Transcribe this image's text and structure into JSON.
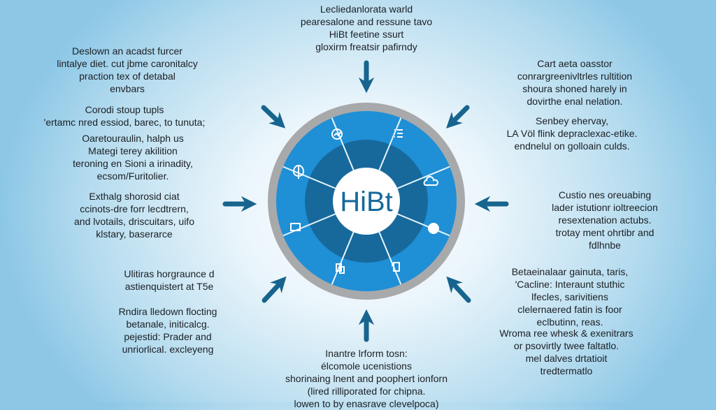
{
  "center_label": "HiBt",
  "blocks": {
    "top": [
      "Lecliedanlorata warld",
      "pearesalone and ressune tavo",
      "HiBt feetine ssurt",
      "gloxirm freatsir pafirndy"
    ],
    "left1": [
      "Deslown an acadst furcer",
      "lintalye diet. cut jbme caronitalcy",
      "praction tex of detabal",
      "envbars"
    ],
    "left2": [
      "Corodi stoup tupls",
      "'ertamc nred essiod, barec, to tunuta;"
    ],
    "left3": [
      "Oaretouraulin, halph us",
      "Mategi terey akilition",
      "teroning en Sioni a irinadity,",
      "ecsom/Furitolier."
    ],
    "left4": [
      "Exthalg shorosid ciat",
      "ccinots-dre forr lecdtrern,",
      "and lvotails, driscuitars, uifo",
      "klstary, baserarce"
    ],
    "left5": [
      "Ulitiras horgraunce d",
      "astienquistert at T5e"
    ],
    "left6": [
      "Rndira lledown flocting",
      "betanale, initicalcg.",
      "pejestid: Prader and",
      "unriorlical. excleyeng"
    ],
    "bottom": [
      "Inantre lrform tosn:",
      "élcomole ucenistions",
      "shorinaing lnent and poophert ionforn",
      "(lired rilliporated for chipna.",
      "lowen to by enasrave clevelpoca)"
    ],
    "right1": [
      "Cart aeta oasstor",
      "conrargreenivltrles rultition",
      "shoura shoned harely in",
      "dovirthe enal nelation."
    ],
    "right2": [
      "Senbey ehervay,",
      "LA Völ flink depraclexac-etike.",
      "endnelul on golloain culds."
    ],
    "right3": [
      "Custio nes oreuabing",
      "lader istutionr ioltreecion",
      "resextenation actubs.",
      "trotay ment ohrtibr and",
      "fdlhnbe"
    ],
    "right4": [
      "Betaeinalaar gainuta, taris,",
      "'Cacline: Interaunt stuthic",
      "lfecles, sarivitiens",
      "clelernaered fatin is foor",
      "eclbutinn, reas."
    ],
    "right5": [
      "Wroma ree whesk & exenitrars",
      "or psovirtly twee faltatlo.",
      "mel dalves drtatioit",
      "tredtermatlo"
    ]
  },
  "colors": {
    "ring_gray": "#a8a9ab",
    "segment_blue": "#1f8fd6",
    "inner_dark": "#17699c",
    "arrow": "#17648f",
    "text": "#1b1f24"
  }
}
